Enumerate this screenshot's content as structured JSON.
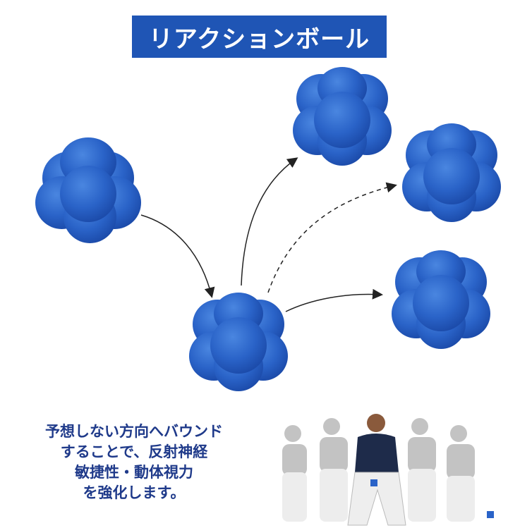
{
  "title": "リアクションボール",
  "description": [
    "予想しない方向へバウンド",
    "することで、反射神経",
    "敏捷性・動体視力",
    "を強化します。"
  ],
  "colors": {
    "title_bg": "#1f55b5",
    "text": "#1f3a8a",
    "ball": "#2a63c8"
  }
}
